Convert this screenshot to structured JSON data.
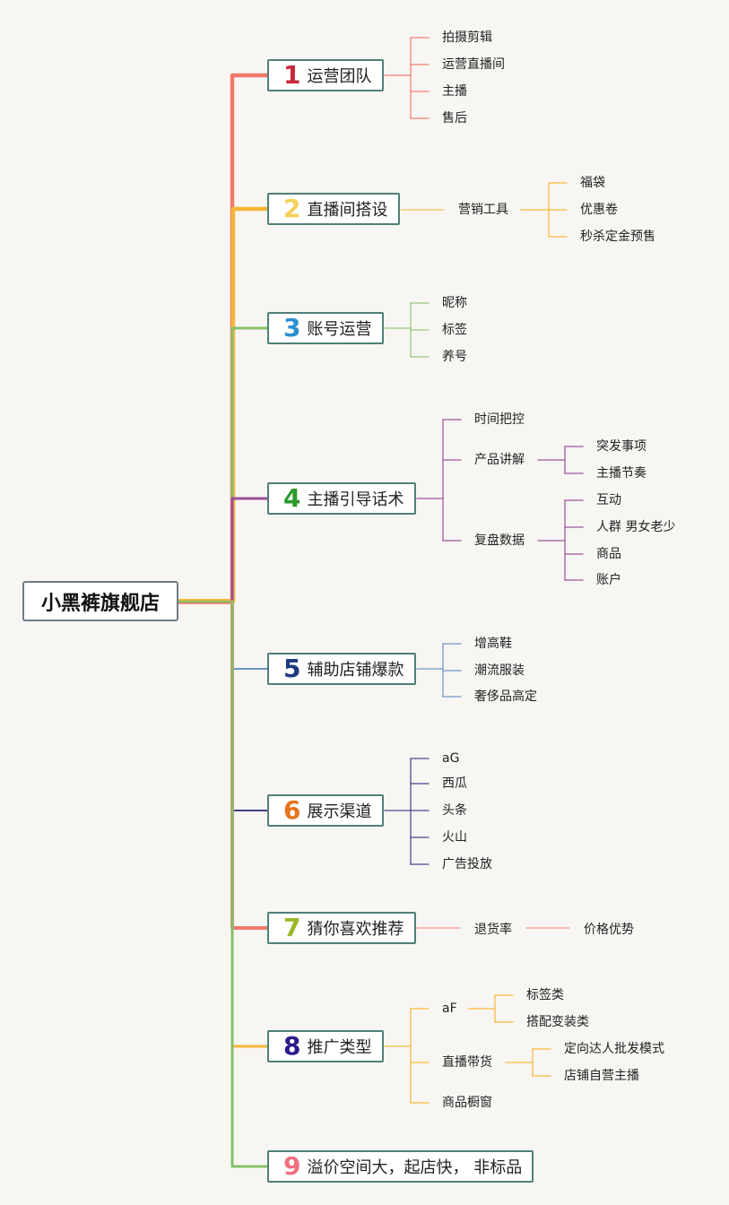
{
  "root": {
    "label": "小黑裤旗舰店"
  },
  "colors": {
    "b1": "#f07a6a",
    "b2": "#f6b637",
    "b3": "#86c16a",
    "b4": "#9b4f96",
    "b5": "#6b93c8",
    "b6": "#3f4187",
    "b7": "#f07a6a",
    "b8": "#f6b637",
    "b9": "#86c16a",
    "num1": "#c8283a",
    "num2": "#f2d05a",
    "num3": "#2c8fd1",
    "num4": "#2c9a2c",
    "num5": "#1c3a7c",
    "num6": "#e8741c",
    "num7": "#9cb82c",
    "num8": "#2a1a8a",
    "num9": "#f07080"
  },
  "branches": [
    {
      "num": "1",
      "label": "运营团队",
      "children": [
        {
          "label": "拍摄剪辑"
        },
        {
          "label": "运营直播间"
        },
        {
          "label": "主播"
        },
        {
          "label": "售后"
        }
      ]
    },
    {
      "num": "2",
      "label": "直播间搭设",
      "children": [
        {
          "label": "营销工具",
          "children": [
            {
              "label": "福袋"
            },
            {
              "label": "优惠卷"
            },
            {
              "label": "秒杀定金预售"
            }
          ]
        }
      ]
    },
    {
      "num": "3",
      "label": "账号运营",
      "children": [
        {
          "label": "昵称"
        },
        {
          "label": "标签"
        },
        {
          "label": "养号"
        }
      ]
    },
    {
      "num": "4",
      "label": "主播引导话术",
      "children": [
        {
          "label": "时间把控"
        },
        {
          "label": "产品讲解",
          "children": [
            {
              "label": "突发事项"
            },
            {
              "label": "主播节奏"
            }
          ]
        },
        {
          "label": "复盘数据",
          "children": [
            {
              "label": "互动"
            },
            {
              "label": "人群 男女老少"
            },
            {
              "label": "商品"
            },
            {
              "label": "账户"
            }
          ]
        }
      ]
    },
    {
      "num": "5",
      "label": "辅助店铺爆款",
      "children": [
        {
          "label": "增高鞋"
        },
        {
          "label": "潮流服装"
        },
        {
          "label": "奢侈品高定"
        }
      ]
    },
    {
      "num": "6",
      "label": "展示渠道",
      "children": [
        {
          "label": "aG"
        },
        {
          "label": "西瓜"
        },
        {
          "label": "头条"
        },
        {
          "label": "火山"
        },
        {
          "label": "广告投放"
        }
      ]
    },
    {
      "num": "7",
      "label": "猜你喜欢推荐",
      "children": [
        {
          "label": "退货率",
          "children": [
            {
              "label": "价格优势"
            }
          ]
        }
      ]
    },
    {
      "num": "8",
      "label": "推广类型",
      "children": [
        {
          "label": "aF",
          "children": [
            {
              "label": "标签类"
            },
            {
              "label": "搭配变装类"
            }
          ]
        },
        {
          "label": "直播带货",
          "children": [
            {
              "label": "定向达人批发模式"
            },
            {
              "label": "店铺自营主播"
            }
          ]
        },
        {
          "label": "商品橱窗"
        }
      ]
    },
    {
      "num": "9",
      "label": "溢价空间大，起店快， 非标品",
      "children": []
    }
  ]
}
